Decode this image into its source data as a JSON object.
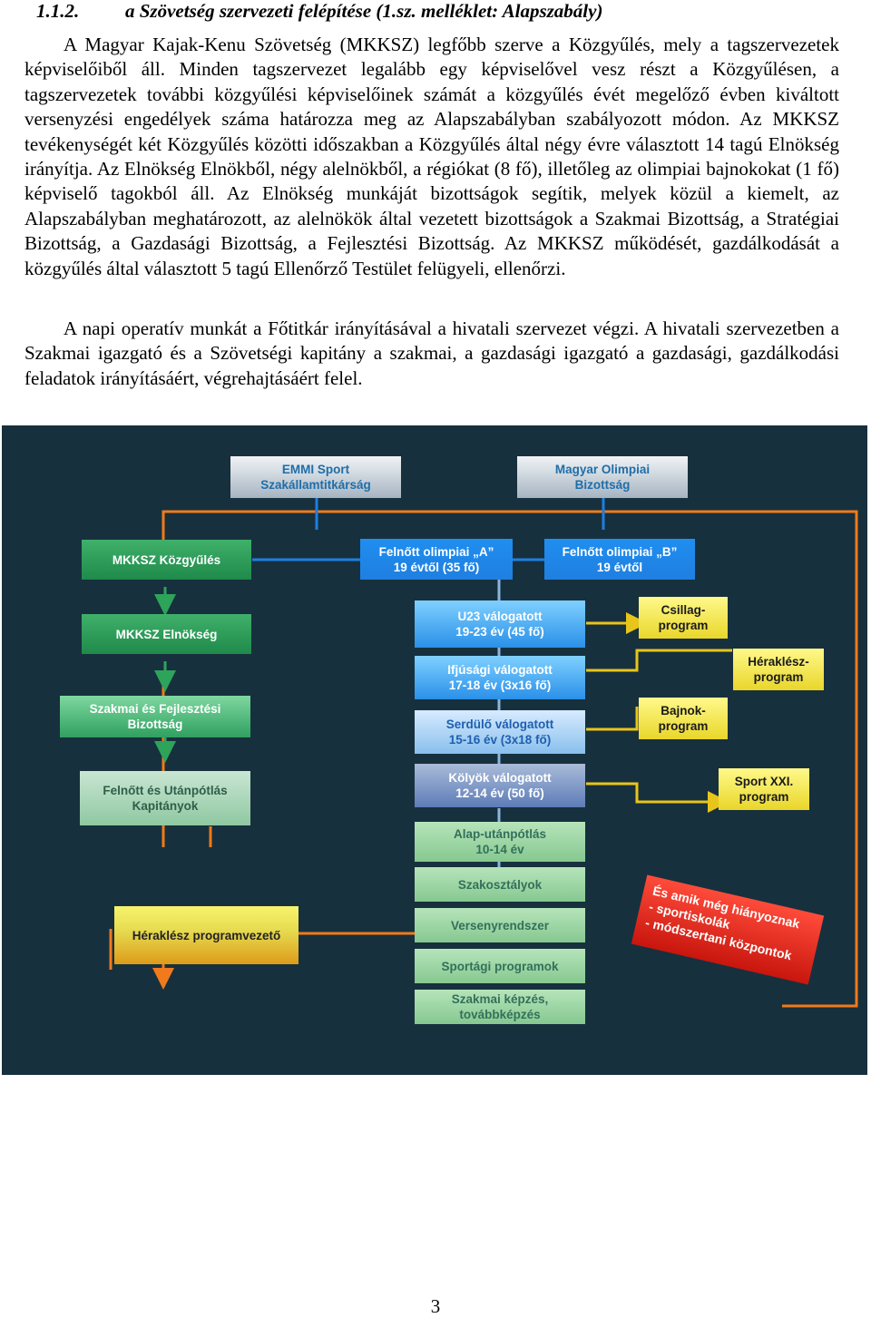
{
  "section": {
    "number": "1.1.2.",
    "title": "a Szövetség szervezeti felépítése (1.sz. melléklet: Alapszabály)"
  },
  "paragraphs": [
    "A Magyar Kajak-Kenu Szövetség (MKKSZ) legfőbb szerve a Közgyűlés, mely a tagszervezetek képviselőiből áll. Minden tagszervezet legalább egy képviselővel vesz részt a Közgyűlésen, a tagszervezetek további közgyűlési képviselőinek számát a közgyűlés évét megelőző évben kiváltott versenyzési engedélyek száma határozza meg az Alapszabályban szabályozott módon. Az MKKSZ tevékenységét két Közgyűlés közötti időszakban a Közgyűlés által négy évre választott 14 tagú Elnökség irányítja. Az Elnökség Elnökből, négy alelnökből, a régiókat (8 fő), illetőleg az olimpiai bajnokokat (1 fő) képviselő tagokból áll. Az Elnökség munkáját bizottságok segítik, melyek közül a kiemelt, az Alapszabályban meghatározott, az alelnökök által vezetett bizottságok a Szakmai Bizottság, a Stratégiai Bizottság, a Gazdasági Bizottság, a Fejlesztési Bizottság. Az MKKSZ működését, gazdálkodását a közgyűlés által választott 5 tagú Ellenőrző Testület felügyeli, ellenőrzi.",
    "A napi operatív munkát a Főtitkár irányításával a hivatali szervezet végzi. A hivatali szervezetben a Szakmai igazgató és a Szövetségi kapitány a szakmai, a gazdasági igazgató a gazdasági, gazdálkodási feladatok irányításáért, végrehajtásáért felel."
  ],
  "chart": {
    "emmi": "EMMI Sport\nSzakállamtitkárság",
    "mob": "Magyar Olimpiai\nBizottság",
    "kozgyules": "MKKSZ Közgyűlés",
    "elnokseg": "MKKSZ Elnökség",
    "szakmai_bizottsag": "Szakmai és Fejlesztési\nBizottság",
    "kapitanyok": "Felnőtt és Utánpótlás\nKapitányok",
    "heraklesz_vezeto": "Héraklész programvezető",
    "felnott_a": "Felnőtt olimpiai „A”\n19 évtől (35 fő)",
    "felnott_b": "Felnőtt olimpiai „B”\n19 évtől",
    "u23": "U23 válogatott\n19-23 év (45 fő)",
    "ifjusagi": "Ifjúsági válogatott\n17-18 év (3x16 fő)",
    "serdulo": "Serdülő válogatott\n15-16 év (3x18 fő)",
    "kolyok": "Kölyök válogatott\n12-14 év (50 fő)",
    "alap": "Alap-utánpótlás\n10-14 év",
    "szakosztalyok": "Szakosztályok",
    "versenyrendszer": "Versenyrendszer",
    "sportagi": "Sportági programok",
    "szakmai_kepzes": "Szakmai képzés,\ntovábbképzés",
    "csillag": "Csillag-\nprogram",
    "heraklesz": "Héraklész-\nprogram",
    "bajnok": "Bajnok-\nprogram",
    "sport21": "Sport XXI.\nprogram",
    "banner": "És amik még hiányoznak\n- sportiskolák\n- módszertani központok"
  },
  "page_number": "3"
}
